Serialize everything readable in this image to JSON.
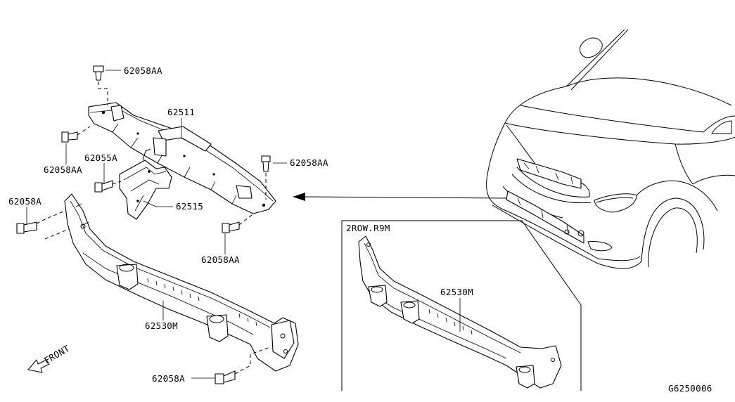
{
  "labels": {
    "bolt_top": "62058AA",
    "part_62511": "62511",
    "bolt_left_upper": "62058AA",
    "part_62055a": "62055A",
    "bolt_right_upper": "62058AA",
    "bolt_left_lower": "62058A",
    "part_62515": "62515",
    "bolt_center_lower": "62058AA",
    "part_62530m_main": "62530M",
    "bolt_bottom": "62058A",
    "front": "FRONT",
    "inset_title": "2ROW.R9M",
    "part_62530m_inset": "62530M",
    "diagram_code": "G6250006"
  }
}
